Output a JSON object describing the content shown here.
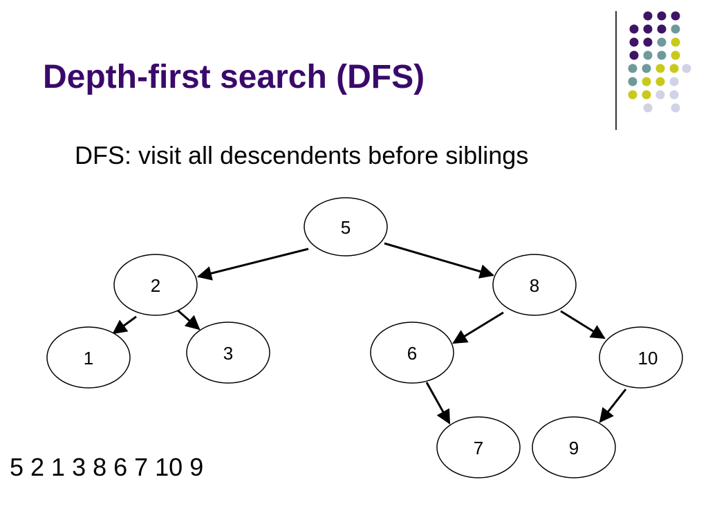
{
  "slide": {
    "title": "Depth-first search (DFS)",
    "subtitle": "DFS: visit all descendents before siblings",
    "traversal_order": "5 2 1 3 8 6 7 10 9"
  },
  "tree": {
    "nodes": [
      {
        "id": "n5",
        "label": "5"
      },
      {
        "id": "n2",
        "label": "2"
      },
      {
        "id": "n8",
        "label": "8"
      },
      {
        "id": "n1",
        "label": "1"
      },
      {
        "id": "n3",
        "label": "3"
      },
      {
        "id": "n6",
        "label": "6"
      },
      {
        "id": "n10",
        "label": "10"
      },
      {
        "id": "n7",
        "label": "7"
      },
      {
        "id": "n9",
        "label": "9"
      }
    ],
    "edges": [
      {
        "from": "5",
        "to": "2"
      },
      {
        "from": "5",
        "to": "8"
      },
      {
        "from": "2",
        "to": "1"
      },
      {
        "from": "2",
        "to": "3"
      },
      {
        "from": "8",
        "to": "6"
      },
      {
        "from": "8",
        "to": "10"
      },
      {
        "from": "6",
        "to": "7"
      },
      {
        "from": "10",
        "to": "9"
      }
    ]
  },
  "colors": {
    "title": "#3a0a6b",
    "node_stroke": "#000000",
    "edge": "#000000",
    "dot_purple": "#3d1466",
    "dot_teal": "#6e9a9c",
    "dot_yellow": "#c9c91b",
    "dot_lavender": "#d2d2e6"
  }
}
